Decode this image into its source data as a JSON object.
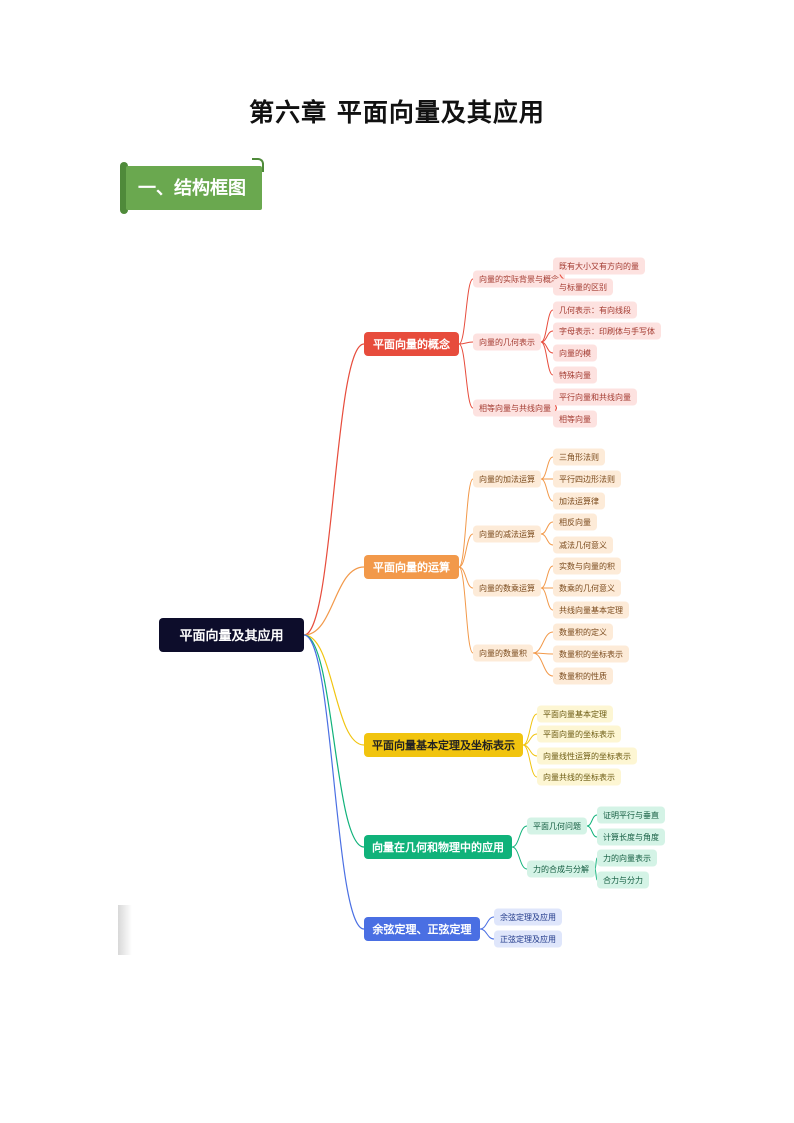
{
  "page": {
    "title": "第六章  平面向量及其应用"
  },
  "section": {
    "heading": "一、结构框图"
  },
  "mind_map": {
    "root": "平面向量及其应用",
    "colors": {
      "root": "#0d0d2b",
      "concept": "#e74c3c",
      "operation": "#f2994a",
      "theorem": "#f1c40f",
      "application": "#10b27a",
      "laws": "#4a6fe3"
    },
    "branches": [
      {
        "id": "concept",
        "label": "平面向量的概念",
        "children": [
          {
            "label": "向量的实际背景与概念",
            "children": [
              "既有大小又有方向的量",
              "与标量的区别"
            ]
          },
          {
            "label": "向量的几何表示",
            "children": [
              "几何表示：有向线段",
              "字母表示：印刷体与手写体",
              "向量的模",
              "特殊向量"
            ]
          },
          {
            "label": "相等向量与共线向量",
            "children": [
              "平行向量和共线向量",
              "相等向量"
            ]
          }
        ]
      },
      {
        "id": "operation",
        "label": "平面向量的运算",
        "children": [
          {
            "label": "向量的加法运算",
            "children": [
              "三角形法则",
              "平行四边形法则",
              "加法运算律"
            ]
          },
          {
            "label": "向量的减法运算",
            "children": [
              "相反向量",
              "减法几何意义"
            ]
          },
          {
            "label": "向量的数乘运算",
            "children": [
              "实数与向量的积",
              "数乘的几何意义",
              "共线向量基本定理"
            ]
          },
          {
            "label": "向量的数量积",
            "children": [
              "数量积的定义",
              "数量积的坐标表示",
              "数量积的性质"
            ]
          }
        ]
      },
      {
        "id": "theorem",
        "label": "平面向量基本定理及坐标表示",
        "children": [
          "平面向量基本定理",
          "平面向量的坐标表示",
          "向量线性运算的坐标表示",
          "向量共线的坐标表示"
        ]
      },
      {
        "id": "application",
        "label": "向量在几何和物理中的应用",
        "children": [
          {
            "label": "平面几何问题",
            "children": [
              "证明平行与垂直",
              "计算长度与角度"
            ]
          },
          {
            "label": "力的合成与分解",
            "children": [
              "力的向量表示",
              "合力与分力"
            ]
          }
        ]
      },
      {
        "id": "laws",
        "label": "余弦定理、正弦定理",
        "children": [
          "余弦定理及应用",
          "正弦定理及应用"
        ]
      }
    ]
  }
}
